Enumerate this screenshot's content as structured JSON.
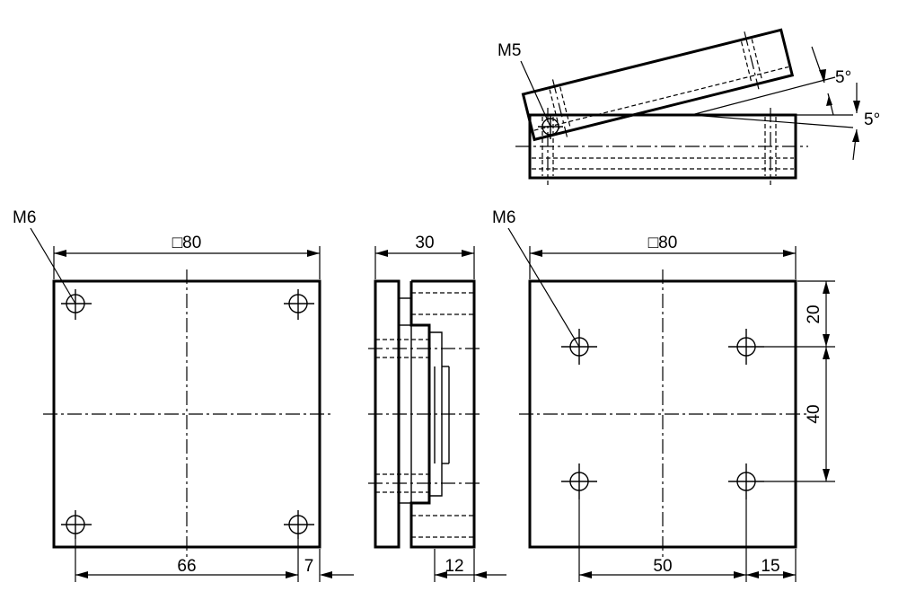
{
  "labels": {
    "front_thread": "M6",
    "front_width": "□80",
    "front_hole_spacing": "66",
    "front_edge_offset": "7",
    "side_depth": "30",
    "side_step": "12",
    "back_thread": "M6",
    "back_width": "□80",
    "back_hole_spacing_h": "50",
    "back_edge_offset_h": "15",
    "back_edge_offset_v": "20",
    "back_hole_spacing_v": "40",
    "top_thread": "M5",
    "top_angle_upper": "5°",
    "top_angle_lower": "5°"
  }
}
